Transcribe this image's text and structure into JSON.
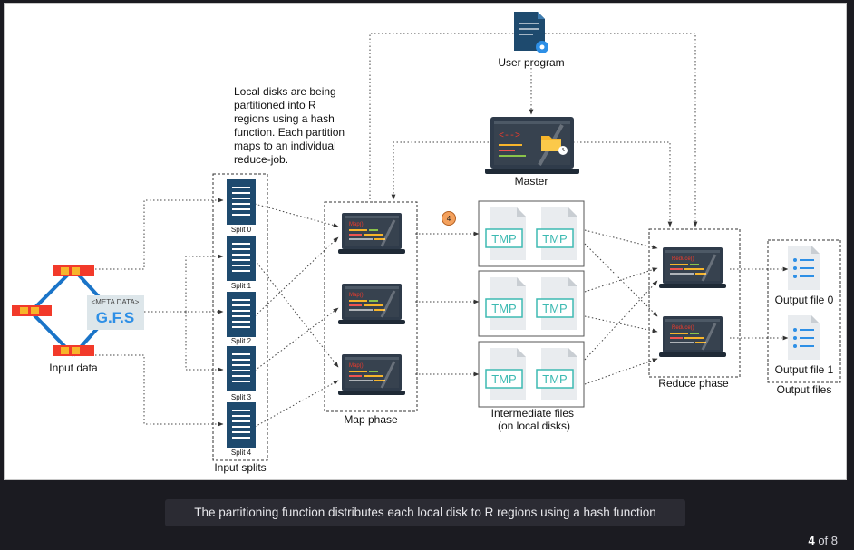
{
  "labels": {
    "user_program": "User program",
    "master": "Master",
    "note": [
      "Local disks are being",
      "partitioned into R",
      "regions using a hash",
      "function. Each partition",
      "maps to an individual",
      "reduce-job."
    ],
    "input_data": "Input data",
    "gfs_meta": "<META DATA>",
    "gfs_logo": "G.F.S",
    "splits": [
      "Split 0",
      "Split 1",
      "Split 2",
      "Split 3",
      "Split 4"
    ],
    "input_splits": "Input splits",
    "map_code": "Map()",
    "map_phase": "Map phase",
    "step_badge": "4",
    "tmp": "TMP",
    "intermediate": [
      "Intermediate files",
      "(on local disks)"
    ],
    "reduce_code": "Reduce()",
    "reduce_phase": "Reduce phase",
    "output_files": [
      "Output file 0",
      "Output file 1"
    ],
    "output_group": "Output files"
  },
  "footer": {
    "caption": "The partitioning function distributes each local disk to R regions using a hash function",
    "page_current": "4",
    "page_of": "of 8"
  },
  "colors": {
    "node_red": "#f23a2a",
    "node_yellow": "#f7b52b",
    "doc_navy": "#1e4a6e",
    "laptop_dark": "#2f3b4a",
    "tmp_teal": "#3dbab2",
    "badge_orange": "#f4a15d",
    "accent_blue": "#2d8fe6"
  }
}
